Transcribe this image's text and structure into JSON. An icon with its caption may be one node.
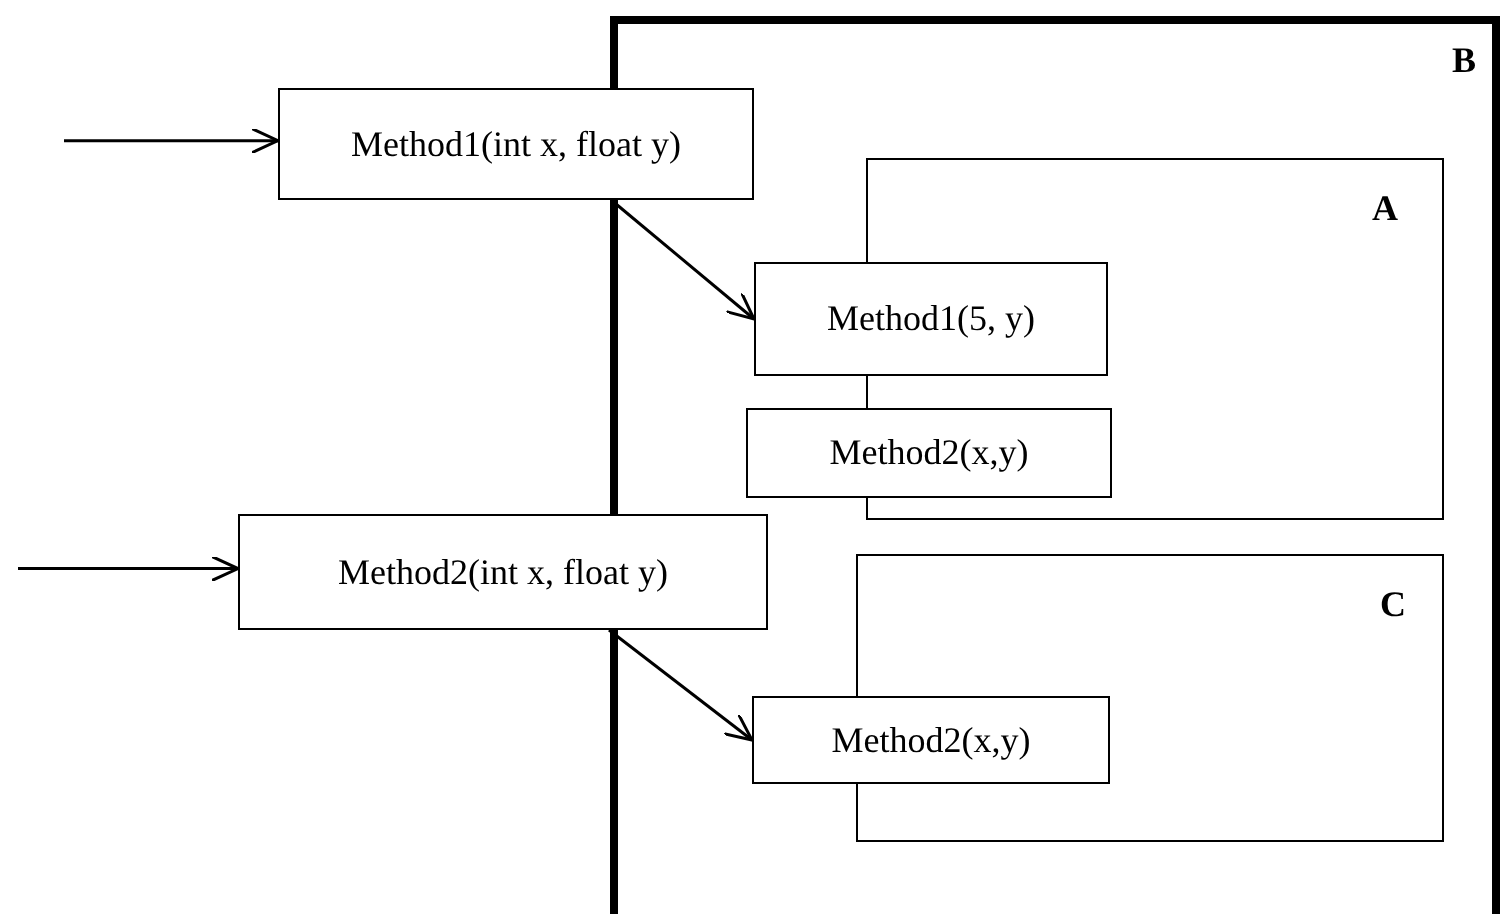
{
  "diagram": {
    "nodes": [
      {
        "text": [
          "B"
        ]
      },
      {
        "text": [
          "Method1(int x, float y)"
        ]
      },
      {
        "text": [
          "A"
        ],
        "in": 0
      },
      {
        "text": [
          "Method1(5, y)"
        ],
        "in": 0
      },
      {
        "text": [
          "Method2(x,y)"
        ],
        "in": 0
      },
      {
        "text": [
          "Method2(int x, float y)"
        ]
      },
      {
        "text": [
          "C"
        ],
        "in": 0
      },
      {
        "text": [
          "Method2(x,y)"
        ],
        "in": 0
      }
    ],
    "edges": [
      {
        "from": null,
        "to": 1,
        "arrow": "to"
      },
      {
        "from": 1,
        "to": 3,
        "arrow": "to"
      },
      {
        "from": null,
        "to": 5,
        "arrow": "to"
      },
      {
        "from": 5,
        "to": 7,
        "arrow": "to"
      }
    ]
  }
}
